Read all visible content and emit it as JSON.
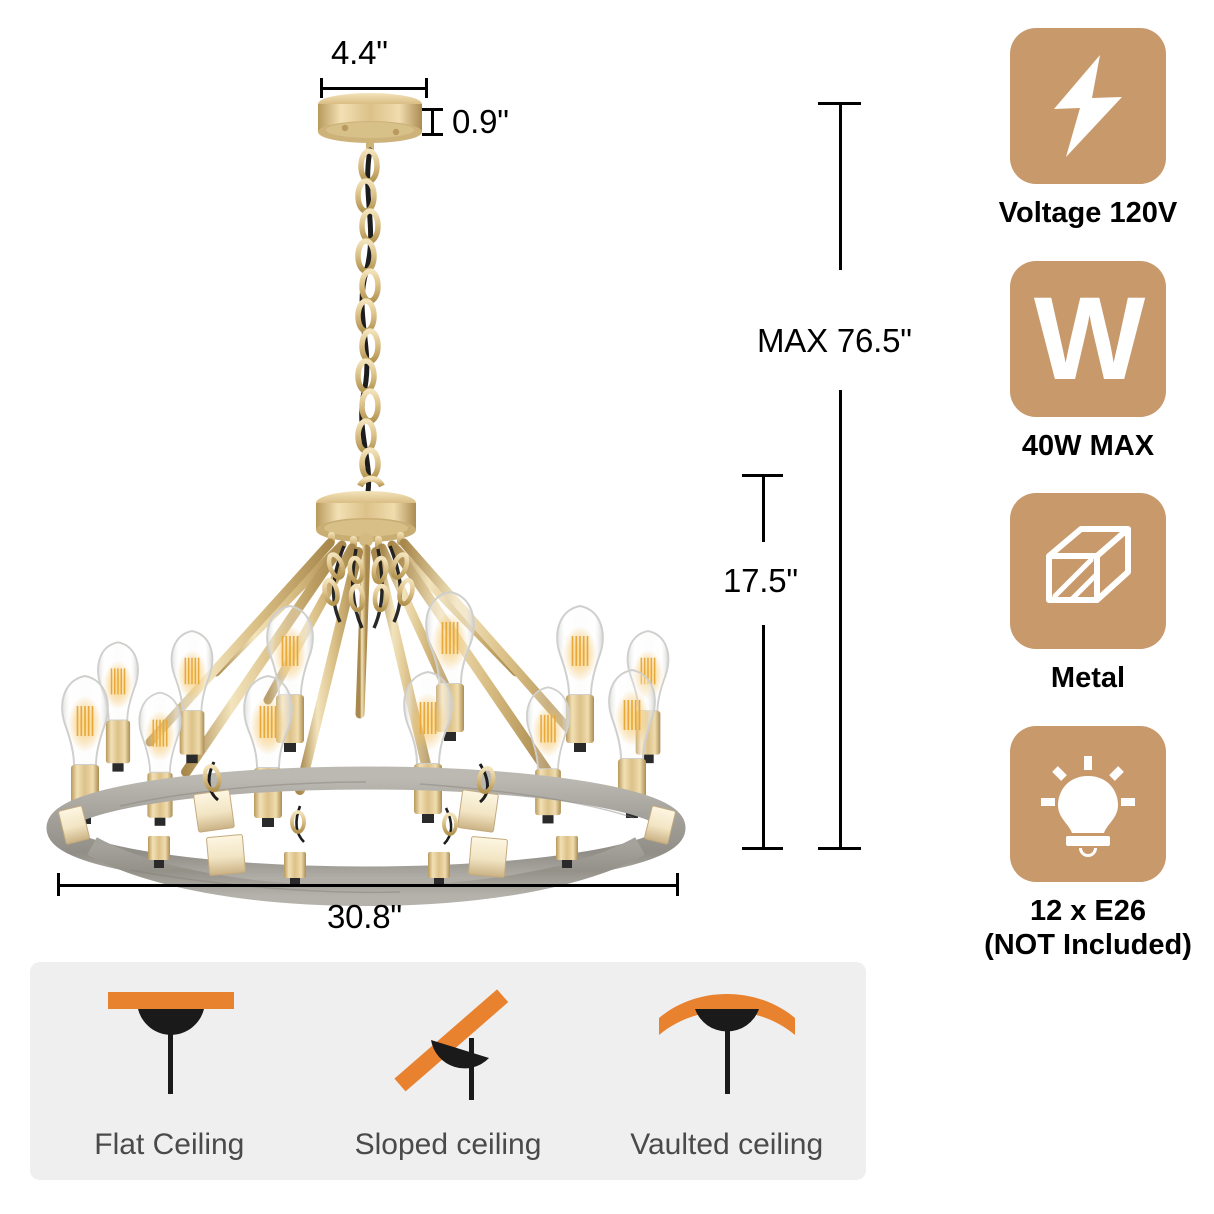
{
  "product": {
    "type": "wagon-wheel-chandelier",
    "finish_metal": "gold",
    "finish_ring": "weathered-grey-wood",
    "bulb_count": 12,
    "bulb_style": "edison-st64"
  },
  "dimensions": {
    "canopy_width": "4.4\"",
    "canopy_height": "0.9\"",
    "max_height": "MAX 76.5\"",
    "fixture_height": "17.5\"",
    "fixture_width": "30.8\""
  },
  "features": [
    {
      "icon": "lightning-bolt-icon",
      "label_line1": "Voltage 120V",
      "label_line2": ""
    },
    {
      "icon": "watt-letter-icon",
      "glyph": "W",
      "label_line1": "40W MAX",
      "label_line2": ""
    },
    {
      "icon": "metal-cube-icon",
      "label_line1": "Metal",
      "label_line2": ""
    },
    {
      "icon": "light-bulb-icon",
      "label_line1": "12 x E26",
      "label_line2": "(NOT Included)"
    }
  ],
  "ceiling_compatibility": [
    {
      "icon": "flat-ceiling-icon",
      "label": "Flat Ceiling"
    },
    {
      "icon": "sloped-ceiling-icon",
      "label": "Sloped ceiling"
    },
    {
      "icon": "vaulted-ceiling-icon",
      "label": "Vaulted ceiling"
    }
  ],
  "colors": {
    "tile_tan": "#c8996b",
    "ceiling_orange": "#e8822f",
    "panel_bg": "#efeff0",
    "caption_grey": "#4a4a4a",
    "gold_light": "#f0dcae",
    "gold_mid": "#d8bd83",
    "gold_dark": "#b8995c",
    "wood_light": "#b3b0aa",
    "wood_mid": "#9e9b95",
    "wood_dark": "#86837d",
    "dim_black": "#000000"
  }
}
